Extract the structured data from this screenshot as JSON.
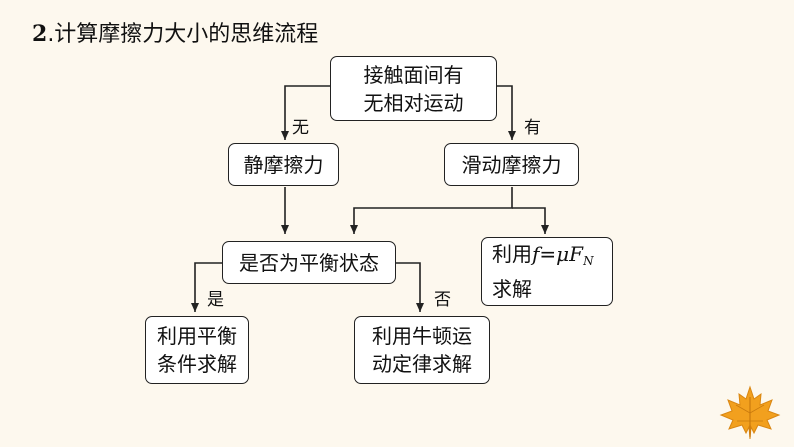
{
  "heading": {
    "number": "2",
    "text": ".计算摩擦力大小的思维流程"
  },
  "nodes": {
    "root": {
      "line1": "接触面间有",
      "line2": "无相对运动"
    },
    "static": {
      "label": "静摩擦力"
    },
    "sliding": {
      "label": "滑动摩擦力"
    },
    "balance": {
      "label": "是否为平衡状态"
    },
    "formula": {
      "prefix": "利用",
      "f": "f",
      "eq": "=",
      "mu": "μ",
      "F": "F",
      "sub": "N",
      "line2": "求解"
    },
    "equilibrium": {
      "line1": "利用平衡",
      "line2": "条件求解"
    },
    "newton": {
      "line1": "利用牛顿运",
      "line2": "动定律求解"
    }
  },
  "edge_labels": {
    "no_motion": "无",
    "has_motion": "有",
    "yes": "是",
    "no": "否"
  },
  "colors": {
    "background": "#FDF8EE",
    "border": "#222222",
    "leaf": "#F2A01E"
  },
  "icons": {
    "corner": "maple-leaf-icon"
  }
}
